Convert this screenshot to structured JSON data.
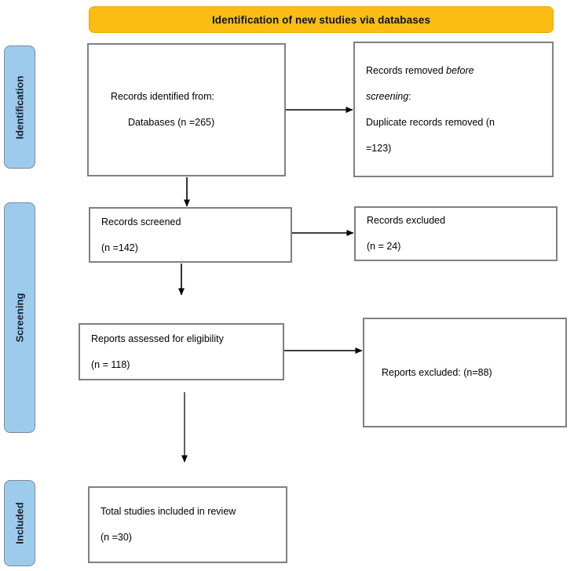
{
  "header": {
    "banner_label": "Identification of new studies via databases",
    "banner_color": "#fbbd14"
  },
  "stages": {
    "rail_color": "#9dcbec",
    "items": [
      {
        "id": "identification",
        "label": "Identification"
      },
      {
        "id": "screening",
        "label": "Screening"
      },
      {
        "id": "included",
        "label": "Included"
      }
    ]
  },
  "boxes": {
    "identified": {
      "line1": "Records identified from:",
      "line2": "Databases (n =265)"
    },
    "removed": {
      "line1_pre": "Records removed ",
      "line1_em": "before",
      "line2_em": "screening",
      "line2_post": ":",
      "line3": "Duplicate records removed (n",
      "line4": "=123)"
    },
    "screened": {
      "line1": "Records screened",
      "line2": "(n =142)"
    },
    "records_excluded": {
      "line1": "Records excluded",
      "line2": "(n = 24)"
    },
    "eligibility": {
      "line1": "Reports assessed for eligibility",
      "line2": "(n = 118)"
    },
    "reports_excluded": {
      "line1": "Reports excluded: (n=88)"
    },
    "included_total": {
      "line1": "Total studies included in review",
      "line2": "(n =30)"
    }
  },
  "connectors": {
    "stroke_color": "#000000",
    "items": [
      {
        "id": "identified-to-removed",
        "orientation": "horizontal"
      },
      {
        "id": "identified-to-screened",
        "orientation": "vertical"
      },
      {
        "id": "screened-to-records-excluded",
        "orientation": "horizontal"
      },
      {
        "id": "screened-to-eligibility",
        "orientation": "vertical"
      },
      {
        "id": "eligibility-to-reports-excluded",
        "orientation": "horizontal"
      },
      {
        "id": "eligibility-to-included",
        "orientation": "vertical"
      }
    ]
  },
  "chart_data": {
    "type": "diagram",
    "title": "Identification of new studies via databases",
    "nodes": [
      {
        "id": "identified",
        "stage": "Identification",
        "label": "Records identified from: Databases (n =265)",
        "n": 265
      },
      {
        "id": "removed",
        "stage": "Identification",
        "label": "Records removed before screening: Duplicate records removed (n =123)",
        "n": 123
      },
      {
        "id": "screened",
        "stage": "Screening",
        "label": "Records screened (n =142)",
        "n": 142
      },
      {
        "id": "records_excluded",
        "stage": "Screening",
        "label": "Records excluded (n = 24)",
        "n": 24
      },
      {
        "id": "eligibility",
        "stage": "Screening",
        "label": "Reports assessed for eligibility (n = 118)",
        "n": 118
      },
      {
        "id": "reports_excluded",
        "stage": "Screening",
        "label": "Reports excluded: (n=88)",
        "n": 88
      },
      {
        "id": "included_total",
        "stage": "Included",
        "label": "Total studies included in review (n =30)",
        "n": 30
      }
    ],
    "edges": [
      {
        "from": "identified",
        "to": "removed"
      },
      {
        "from": "identified",
        "to": "screened"
      },
      {
        "from": "screened",
        "to": "records_excluded"
      },
      {
        "from": "screened",
        "to": "eligibility"
      },
      {
        "from": "eligibility",
        "to": "reports_excluded"
      },
      {
        "from": "eligibility",
        "to": "included_total"
      }
    ]
  }
}
